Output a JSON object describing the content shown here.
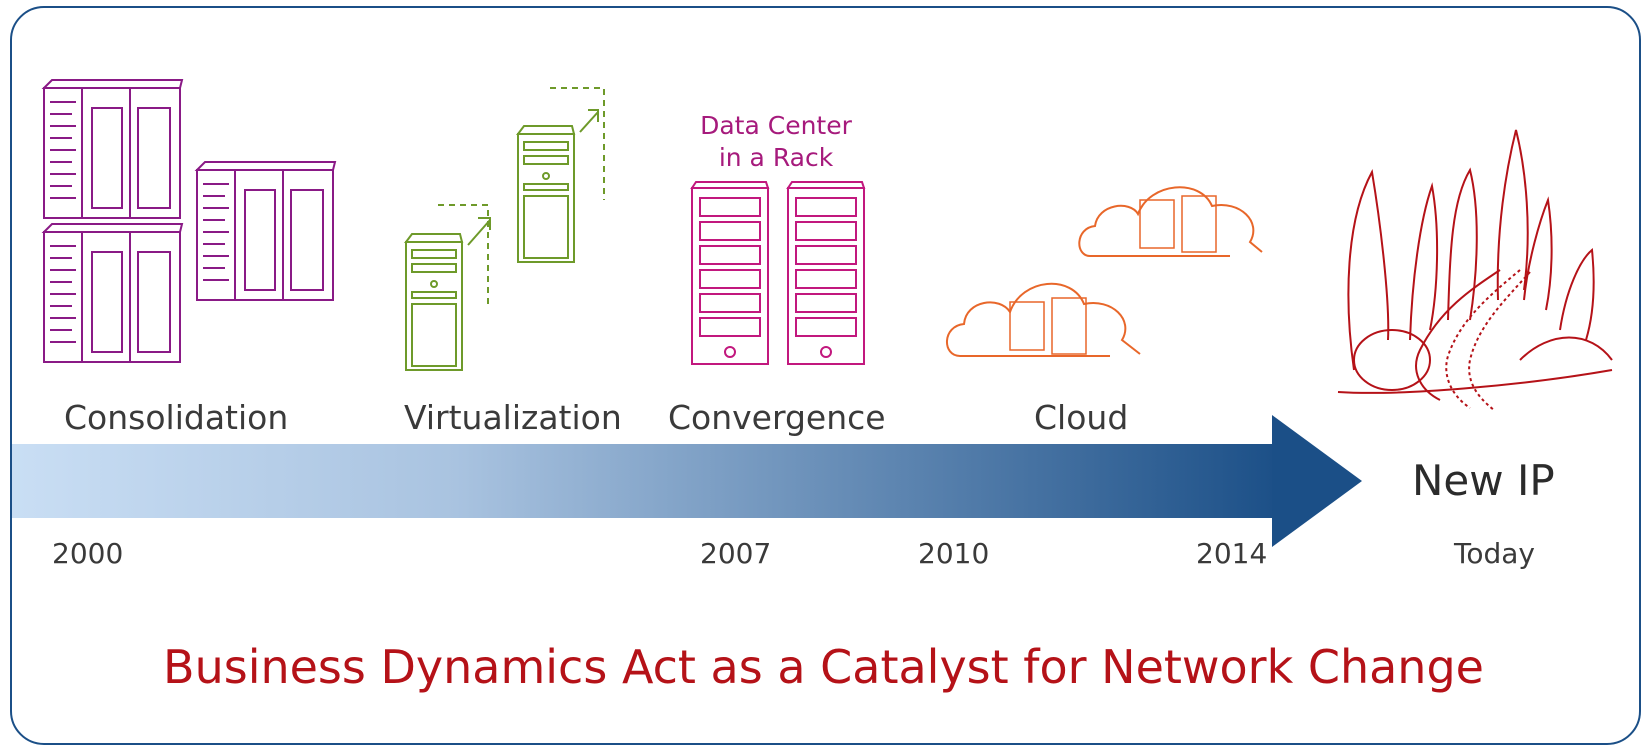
{
  "stages": {
    "consolidation": "Consolidation",
    "virtualization": "Virtualization",
    "convergence": "Convergence",
    "cloud": "Cloud",
    "new_ip": "New IP"
  },
  "data_center_label": {
    "line1": "Data Center",
    "line2": "in a Rack"
  },
  "years": {
    "y2000": "2000",
    "y2007": "2007",
    "y2010": "2010",
    "y2014": "2014",
    "today": "Today"
  },
  "headline": "Business Dynamics Act as a Catalyst for Network Change",
  "colors": {
    "frame": "#1b4f87",
    "arrow_start": "#c9def4",
    "arrow_end": "#1b4f87",
    "consolidation": "#8a1a86",
    "virtualization": "#6e9a2a",
    "convergence": "#c2187e",
    "cloud": "#e8672a",
    "city": "#b51218",
    "headline": "#b51218"
  }
}
